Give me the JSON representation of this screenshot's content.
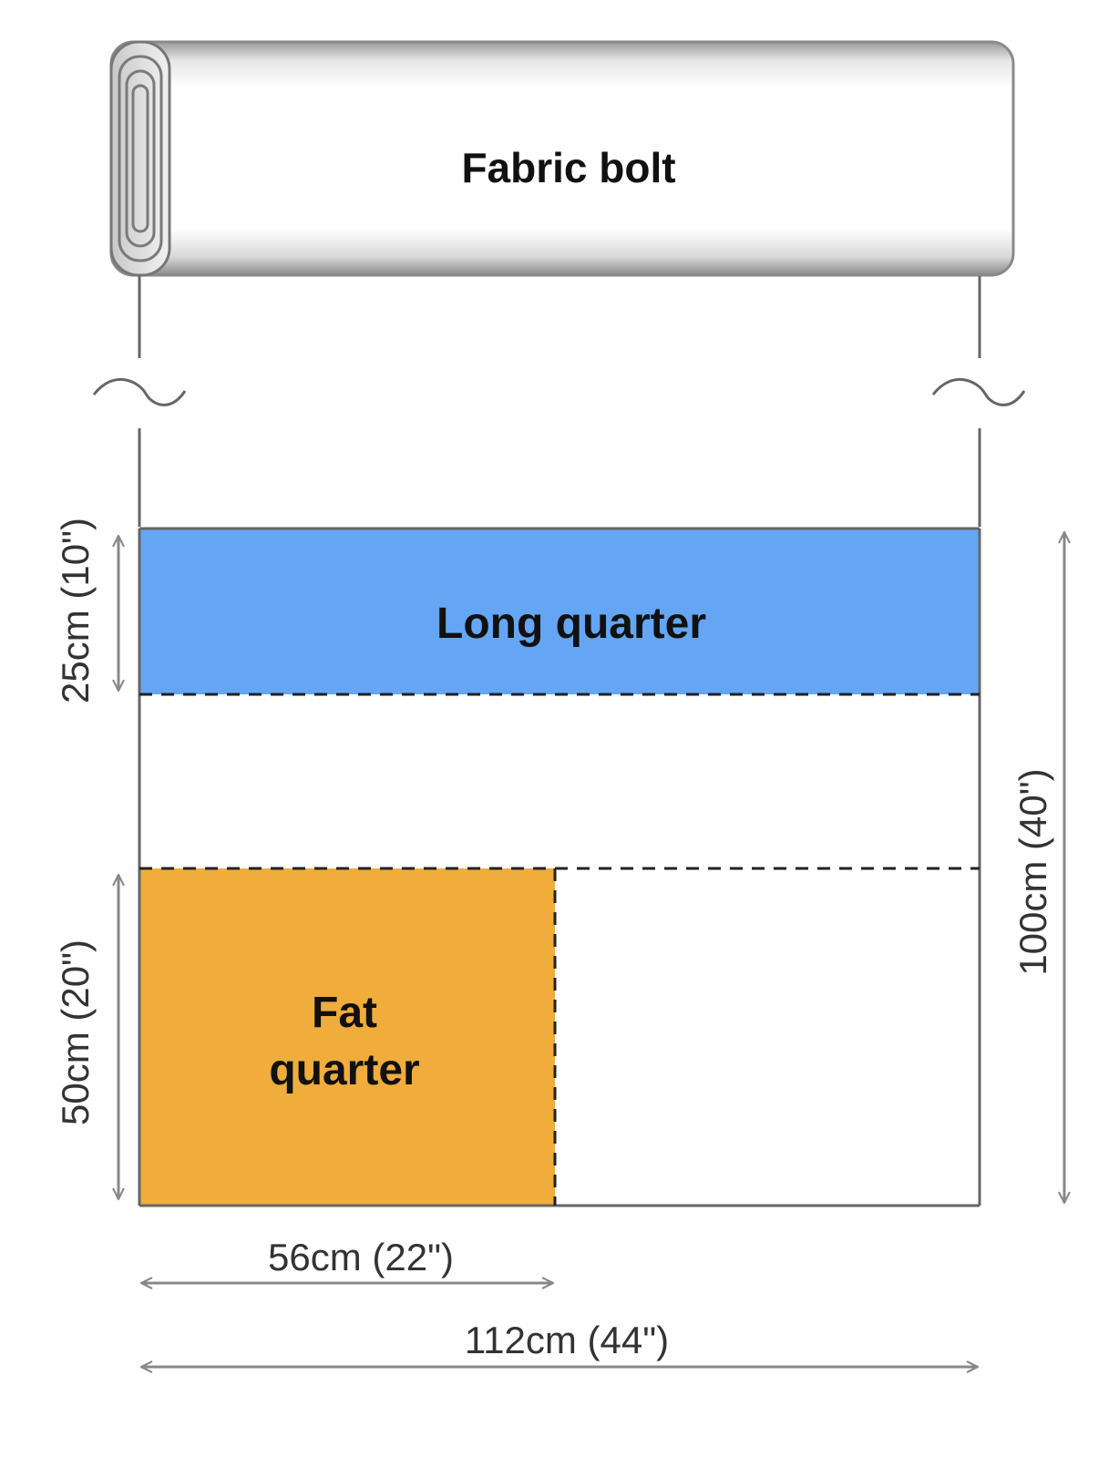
{
  "labels": {
    "bolt": "Fabric bolt",
    "long_quarter": "Long quarter",
    "fat_quarter_line1": "Fat",
    "fat_quarter_line2": "quarter"
  },
  "dimensions": {
    "long_quarter_height": "25cm (10\")",
    "fat_quarter_height": "50cm (20\")",
    "full_height": "100cm (40\")",
    "fat_quarter_width": "56cm (22\")",
    "full_width": "112cm (44\")"
  },
  "colors": {
    "long_quarter": "#64a6f4",
    "fat_quarter": "#f0ad3c",
    "outline": "#666666",
    "arrow": "#888888",
    "background": "#ffffff"
  }
}
